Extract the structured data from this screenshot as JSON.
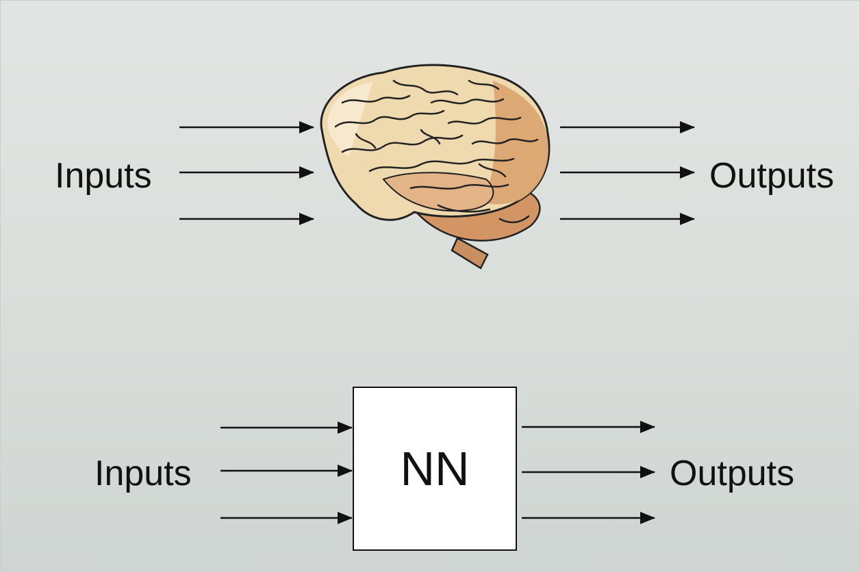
{
  "top_diagram": {
    "inputs_label": "Inputs",
    "outputs_label": "Outputs",
    "processor_icon": "brain-icon"
  },
  "bottom_diagram": {
    "inputs_label": "Inputs",
    "outputs_label": "Outputs",
    "box_label": "NN"
  },
  "colors": {
    "background": "#dcdfdd",
    "arrow": "#111111",
    "box_fill": "#ffffff"
  }
}
